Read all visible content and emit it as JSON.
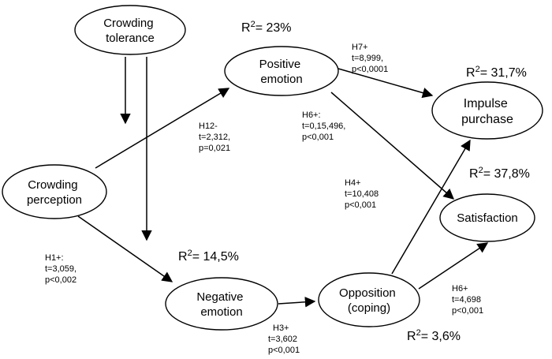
{
  "diagram": {
    "nodes": {
      "crowding_tolerance": {
        "line1": "Crowding",
        "line2": "tolerance"
      },
      "crowding_perception": {
        "line1": "Crowding",
        "line2": "perception"
      },
      "positive_emotion": {
        "line1": "Positive",
        "line2": "emotion"
      },
      "negative_emotion": {
        "line1": "Negative",
        "line2": "emotion"
      },
      "opposition_coping": {
        "line1": "Opposition",
        "line2": "(coping)"
      },
      "impulse_purchase": {
        "line1": "Impulse",
        "line2": "purchase"
      },
      "satisfaction": {
        "line1": "Satisfaction"
      }
    },
    "r_squared": {
      "positive_emotion": {
        "base": "R",
        "sup": "2",
        "value": "= 23%"
      },
      "impulse_purchase": {
        "base": "R",
        "sup": "2",
        "value": "= 31,7%"
      },
      "satisfaction": {
        "base": "R",
        "sup": "2",
        "value": "= 37,8%"
      },
      "negative_emotion": {
        "base": "R",
        "sup": "2",
        "value": "= 14,5%"
      },
      "opposition_coping": {
        "base": "R",
        "sup": "2",
        "value": "= 3,6%"
      }
    },
    "edges": {
      "h12": {
        "line1": "H12-",
        "line2": "t=2,312,",
        "line3": "p=0,021"
      },
      "h1": {
        "line1": "H1+:",
        "line2": "t=3,059,",
        "line3": "p<0,002"
      },
      "h3": {
        "line1": "H3+",
        "line2": "t=3,602",
        "line3": "p<0,001"
      },
      "h7": {
        "line1": "H7+",
        "line2": "t=8,999,",
        "line3": "p<0,0001"
      },
      "h6_positive_satisfaction": {
        "line1": "H6+:",
        "line2": "t=0,15,496,",
        "line3": "p<0,001"
      },
      "h4": {
        "line1": "H4+",
        "line2": "t=10,408",
        "line3": "p<0,001"
      },
      "h6_opposition_satisfaction": {
        "line1": "H6+",
        "line2": "t=4,698",
        "line3": "p<0,001"
      }
    },
    "colors": {
      "stroke": "#000000",
      "background": "#ffffff",
      "text": "#000000"
    }
  }
}
